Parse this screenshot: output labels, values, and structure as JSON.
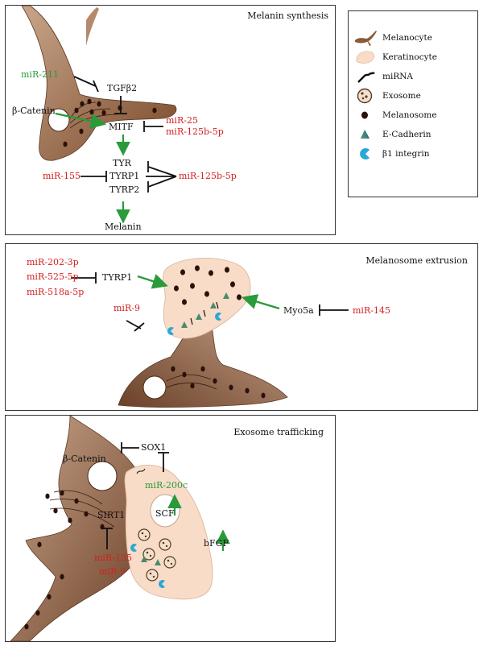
{
  "panels": {
    "synthesis": {
      "title": "Melanin synthesis",
      "labels": {
        "mir211": "miR-211",
        "tgfb2": "TGFβ2",
        "beta_catenin": "β-Catenin",
        "mitf": "MITF",
        "mir25": "miR-25",
        "mir125b_a": "miR-125b-5p",
        "tyr": "TYR",
        "tyrp1": "TYRP1",
        "tyrp2": "TYRP2",
        "mir155": "miR-155",
        "mir125b_b": "miR-125b-5p",
        "melanin": "Melanin"
      }
    },
    "extrusion": {
      "title": "Melanosome extrusion",
      "labels": {
        "mir202": "miR-202-3p",
        "mir525": "miR-525-5p",
        "mir518": "miR-518a-5p",
        "tyrp1": "TYRP1",
        "mir9": "miR-9",
        "myo5a": "Myo5a",
        "mir145": "miR-145"
      }
    },
    "trafficking": {
      "title": "Exosome trafficking",
      "labels": {
        "sox1": "SOX1",
        "beta_catenin": "β-Catenin",
        "mir200c": "miR-200c",
        "scf": "SCF",
        "sirt1": "SIRT1",
        "bfgf": "bFGF",
        "mir135": "miR-135",
        "mir9": "miR-9"
      }
    }
  },
  "legend": {
    "items": [
      {
        "label": "Melanocyte",
        "icon": "melanocyte-icon"
      },
      {
        "label": "Keratinocyte",
        "icon": "keratinocyte-icon"
      },
      {
        "label": "miRNA",
        "icon": "mirna-icon"
      },
      {
        "label": "Exosome",
        "icon": "exosome-icon"
      },
      {
        "label": "Melanosome",
        "icon": "melanosome-icon"
      },
      {
        "label": "E-Cadherin",
        "icon": "e-cadherin-icon"
      },
      {
        "label": "β1 integrin",
        "icon": "beta1-integrin-icon"
      }
    ]
  },
  "colors": {
    "inhibitor_red": "#d42020",
    "activator_green": "#2a9a3a",
    "melanocyte_brown": "#8a5a3a",
    "keratinocyte_pink": "#f8dcc8",
    "integrin_blue": "#2aa8d8",
    "cadherin_green": "#4a8a6a"
  }
}
